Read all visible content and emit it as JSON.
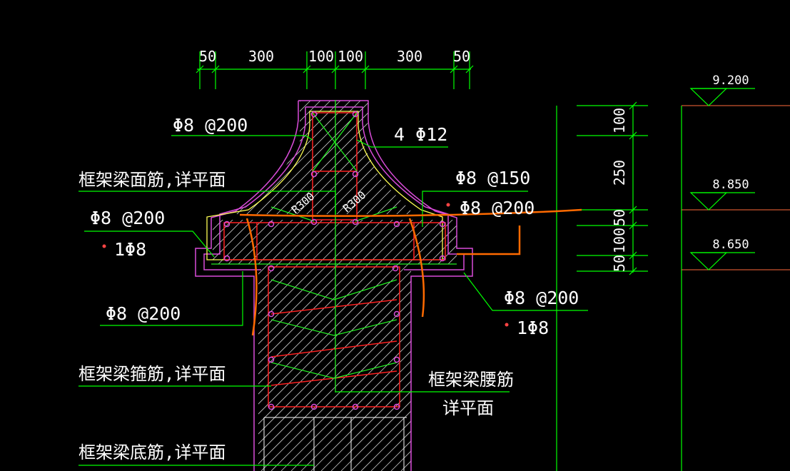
{
  "colors": {
    "background": "#000000",
    "text": "#ffffff",
    "dimension_line": "#00ff00",
    "leader_line": "#00ff00",
    "rebar": "#ff2020",
    "stirrup_green": "#22ee22",
    "outline_magenta": "#d94cd9",
    "outline_yellow": "#ffff55",
    "hatch": "#ffffff",
    "markup_orange": "#ff6a00"
  },
  "dimensions_top": [
    "50",
    "300",
    "100",
    "100",
    "300",
    "50"
  ],
  "dimensions_right": [
    "100",
    "250",
    "50",
    "100",
    "50"
  ],
  "elevations": [
    "9.200",
    "8.850",
    "8.650"
  ],
  "notes": {
    "top_stirrup": "Φ8 @200",
    "top_long_bars": "4 Φ12",
    "beam_top_bars": "框架梁面筋,详平面",
    "left_stirrup": "Φ8 @200",
    "left_bar": "1Φ8",
    "right_stirrup_1": "Φ8 @150",
    "right_stirrup_2": "Φ8 @200",
    "lower_right_stirrup": "Φ8 @200",
    "lower_right_bar": "1Φ8",
    "left_lower_stirrup": "Φ8 @200",
    "beam_stirrups": "框架梁箍筋,详平面",
    "beam_waist_bars_1": "框架梁腰筋",
    "beam_waist_bars_2": "详平面",
    "beam_bottom_bars": "框架梁底筋,详平面",
    "radius_left": "R300",
    "radius_right": "R300"
  }
}
